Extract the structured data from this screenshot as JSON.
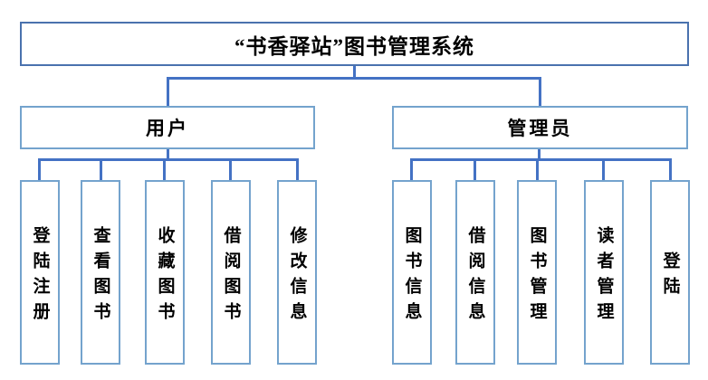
{
  "diagram": {
    "type": "hierarchy",
    "root": {
      "label": "“书香驿站”图书管理系统"
    },
    "branches": [
      {
        "label": "用户",
        "children": [
          "登陆注册",
          "查看图书",
          "收藏图书",
          "借阅图书",
          "修改信息"
        ]
      },
      {
        "label": "管理员",
        "children": [
          "图书信息",
          "借阅信息",
          "图书管理",
          "读者管理",
          "登陆"
        ]
      }
    ]
  },
  "colors": {
    "connector_blue": "#4472c4",
    "root_border_blue": "#4a72ae",
    "node_border_blue": "#74a3cd",
    "text": "#000000",
    "background": "#ffffff"
  }
}
